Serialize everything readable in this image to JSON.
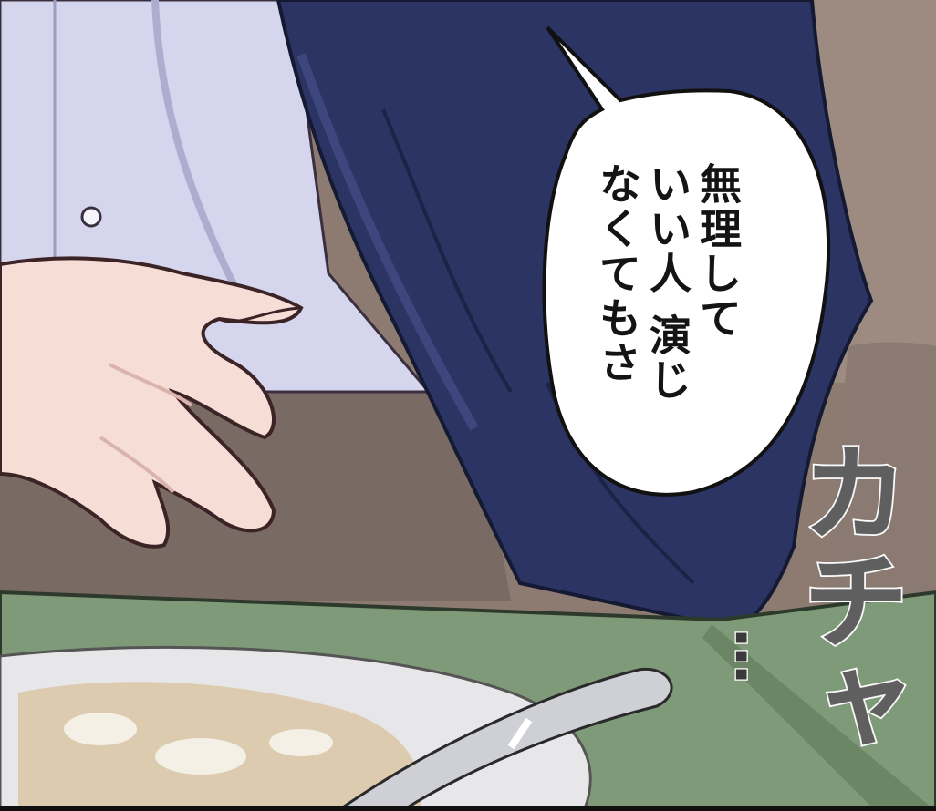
{
  "panel": {
    "speech_bubble": {
      "lines": [
        "無理して",
        "いい人 演じ",
        "なくてもさ"
      ]
    },
    "sound_effect": {
      "main": "カチャ",
      "trail": "…"
    }
  },
  "colors": {
    "shirt": "#d6d5ee",
    "sleeve": "#2b3463",
    "table_top": "#7f9a78",
    "table_edge": "#566e52",
    "skin": "#f6ddd6",
    "background": "#8b7a72",
    "plate": "#e7e7ea"
  }
}
